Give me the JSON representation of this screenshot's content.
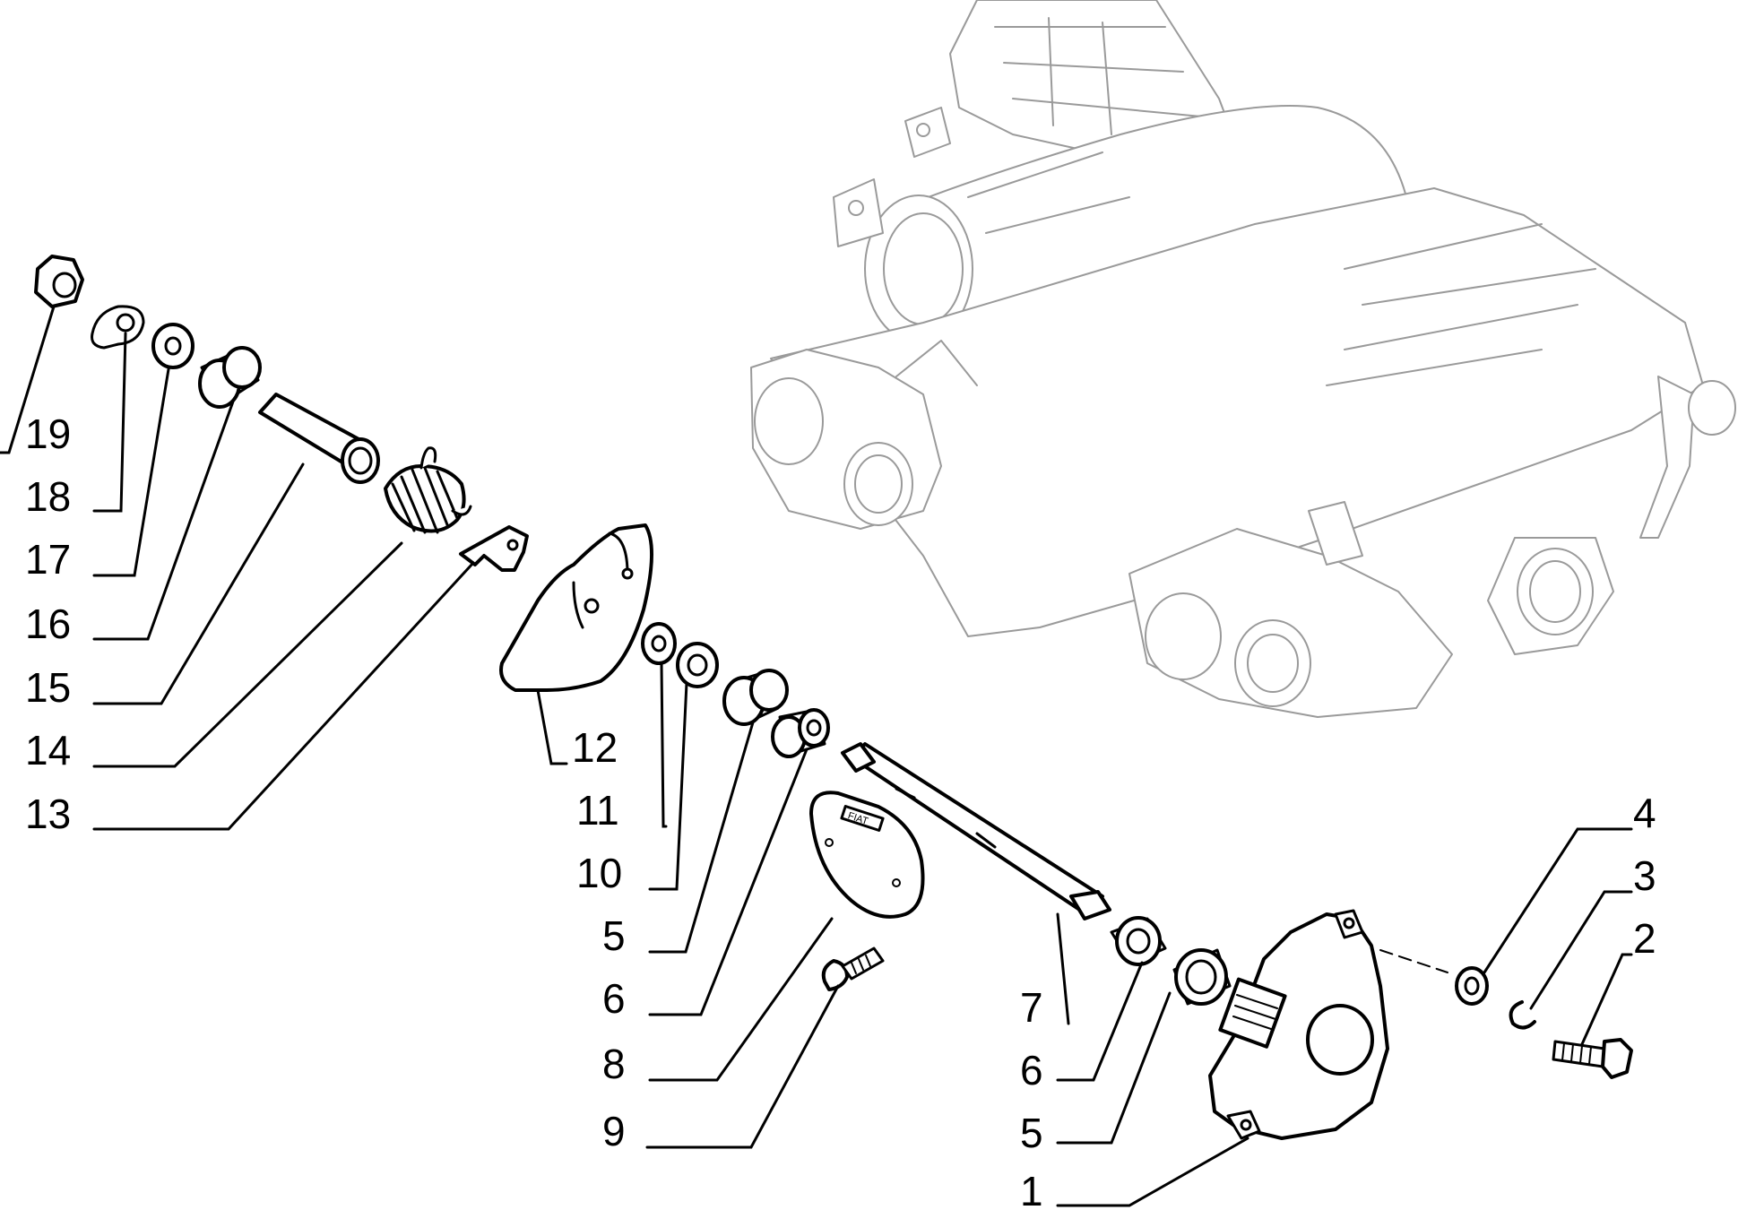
{
  "diagram": {
    "colors": {
      "ink": "#000000",
      "ghost": "#9a9a9a",
      "background": "#ffffff"
    },
    "callouts": [
      {
        "id": "c19",
        "label": "19"
      },
      {
        "id": "c18",
        "label": "18"
      },
      {
        "id": "c17",
        "label": "17"
      },
      {
        "id": "c16",
        "label": "16"
      },
      {
        "id": "c15",
        "label": "15"
      },
      {
        "id": "c14",
        "label": "14"
      },
      {
        "id": "c13",
        "label": "13"
      },
      {
        "id": "c12",
        "label": "12"
      },
      {
        "id": "c11",
        "label": "11"
      },
      {
        "id": "c10",
        "label": "10"
      },
      {
        "id": "c5a",
        "label": "5"
      },
      {
        "id": "c6a",
        "label": "6"
      },
      {
        "id": "c8",
        "label": "8"
      },
      {
        "id": "c9",
        "label": "9"
      },
      {
        "id": "c7",
        "label": "7"
      },
      {
        "id": "c6b",
        "label": "6"
      },
      {
        "id": "c5b",
        "label": "5"
      },
      {
        "id": "c1",
        "label": "1"
      },
      {
        "id": "c4",
        "label": "4"
      },
      {
        "id": "c3",
        "label": "3"
      },
      {
        "id": "c2",
        "label": "2"
      }
    ],
    "emblem_text": "FIAT"
  }
}
